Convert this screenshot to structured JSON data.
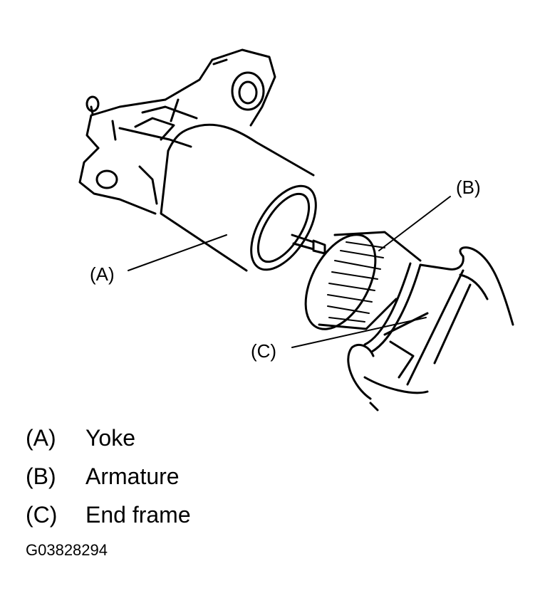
{
  "callouts": {
    "a": "(A)",
    "b": "(B)",
    "c": "(C)"
  },
  "legend": [
    {
      "key": "(A)",
      "label": "Yoke"
    },
    {
      "key": "(B)",
      "label": "Armature"
    },
    {
      "key": "(C)",
      "label": "End frame"
    }
  ],
  "figure_id": "G03828294"
}
